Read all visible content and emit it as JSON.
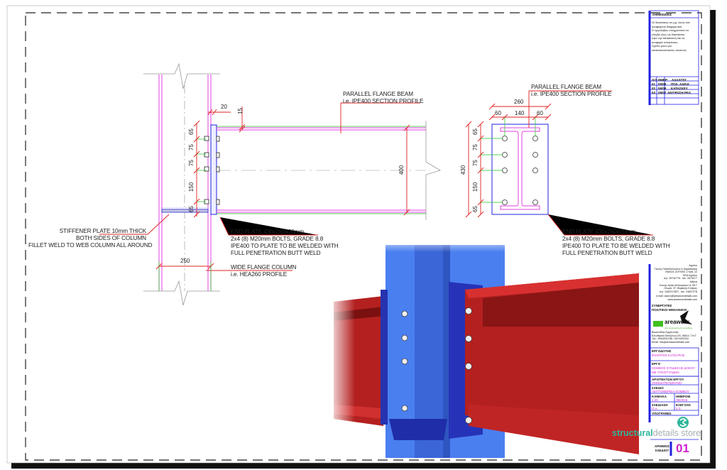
{
  "side_view": {
    "beam_label": [
      "PARALLEL FLANGE BEAM",
      "i.e. IPE400 SECTION PROFILE"
    ],
    "stiffener_label": [
      "STIFFENER PLATE 10mm THICK",
      "BOTH SIDES OF COLUMN",
      "FILLET WELD TO WEB COLUMN ALL AROUND"
    ],
    "end_plate_label": [
      "END PLATE 430x260x20mm",
      "2x4 (8) M20mm BOLTS, GRADE 8.8",
      "IPE400 TO PLATE TO BE WELDED WITH",
      "FULL PENETRATION BUTT WELD"
    ],
    "column_label": [
      "WIDE FLANGE COLUMN",
      "i.e. HEA260 PROFILE"
    ],
    "dims": {
      "plate_thk": "20",
      "gap": "15",
      "beam_depth": "400",
      "column_width": "250",
      "bolt_spacing": [
        "65",
        "75",
        "75",
        "150",
        "65"
      ]
    }
  },
  "end_view": {
    "beam_label": [
      "PARALLEL FLANGE BEAM",
      "i.e. IPE400 SECTION PROFILE"
    ],
    "end_plate_label": [
      "END PLATE 430x260x20mm",
      "2x4 (8) M20mm BOLTS, GRADE 8.8",
      "IPE400 TO PLATE TO BE WELDED WITH",
      "FULL PENETRATION BUTT WELD"
    ],
    "dims": {
      "width": "260",
      "edge_left": "60",
      "gauge": "140",
      "edge_right": "60",
      "height": "430",
      "bolt_spacing": [
        "65",
        "75",
        "75",
        "150",
        "65"
      ]
    }
  },
  "title_block": {
    "notes_header": "ΣΗΜΕΙΩΣΕΙΣ",
    "notes_text": [
      "Οι διαστάσεις σε μμ, εκτός εάν",
      "αναφέρεται διαφορετικά.",
      "Ο εργολάβος υποχρεούται να",
      "ελέγξει όλες τις διαστάσεις",
      "πριν την κατασκευή και να",
      "αναφέρει αποκλίσεις.",
      "Σχέδιο μόνο για",
      "κατασκευαστικούς σκοπούς."
    ],
    "revisions_header": [
      "Α/Α",
      "ΗΜΕΡ",
      "ΑΛΛΑΓΕΣ"
    ],
    "revisions": [
      [
        "01",
        "05/08",
        "ΠΟΛ. ΑΔΕΙΑ"
      ],
      [
        "02",
        "06/08",
        "ΚΑΤΑΣΚΕΥ"
      ],
      [
        "03",
        "09/07",
        "ΑΝΥΨΩΣΗ ΡΕΛ"
      ]
    ],
    "address": [
      "Αγρίνιο",
      "Γιαννη Παπαδόπουλου & Καραϊσκάκη",
      "ΘΑΝΟΣ ΖΟΥΝΗΣ 2 Καθ. 22",
      "3032 Αγρίνιο",
      "τηλ. 26740776 , fax. 2674077",
      "Αθήνα",
      "Κοινής Αγίας Μπουμπουλ 8, 95 Γ",
      "Ολυμπ. 47, Βάρκιζας Κύπρος",
      "τηλ. 2462017807 , fax. 24607278"
    ],
    "email": [
      "e-mail: aworx@areaworxdetails.com",
      "www.areaworxdetails.com"
    ],
    "partners_header": [
      "ΣΥΝΕΡΓΑΤΕΣ",
      "ΠΟΛΙΤΙΚΟΙ ΜΗΧΑΝΙΚΟΙ"
    ],
    "company_logo": "areaworx",
    "company_tagline": "civil engineering & consulting",
    "contact": [
      "Βουκινάδης Εμμανουήλ",
      "Ελευθερίου Βενιζέλου 2/4, 46614, Γ.Ν.Τ",
      "Τηλ.: 6944001236 / 2674402334",
      "Email: info@areaworxdetails.com"
    ],
    "client_label": "ΕΡΓΟΔΟΤΗΣ",
    "client_value": "ΦΙΛΙΠΠΟΣ ΚΑΤΣΑΡΗΣ",
    "project_label": "ΕΡΓΟ",
    "project_value": [
      "ΚΟΜΒΟΣ ΣΥΝΔΕΣΗΣ ΔΟΚΟΥ",
      "ΜΕ ΥΠΟΣΤΥΛΩΜΑ"
    ],
    "architect_label": "ΑΡΧΙΤΕΚΤΩΝ ΕΡΓΟΥ",
    "architect_value": "ΟΝΟΜΑΤΕΠΩΝΥΜΟ",
    "drawing_label": "ΣΧΕΔΙΟ",
    "drawing_value": "ΛΕΠΤΟΜΕΡΕΙΑ ΚΟΜΒΟΥ",
    "scale_label": "ΚΛΙΜΑΚΑ",
    "scale_value": "1:20",
    "date_label": "ΗΜΕΡΟΜ",
    "date_value": "08/2016",
    "designed_label": "ΣΧΕΔΙΑΣΗ",
    "designed_value": "Π.Α.",
    "checked_label": "ΕΛΕΓΧΟΣ",
    "checked_value": "Σ.Σ.",
    "signatures_label": "ΥΠΟΓΡΑΦΕΣ",
    "drawing_number_label": [
      "ΑΡΙΘΜΟΣ",
      "ΣΧΕΔΙΟΥ"
    ],
    "drawing_number": "01"
  },
  "watermark": {
    "bold": "structural",
    "light": "details store",
    "logo_letter": "S"
  },
  "colors": {
    "magenta": "#e040e0",
    "red": "#e02020",
    "green": "#20c020",
    "blue": "#2020e0",
    "beam_red": "#b42020",
    "column_blue": "#4a7ff0"
  }
}
